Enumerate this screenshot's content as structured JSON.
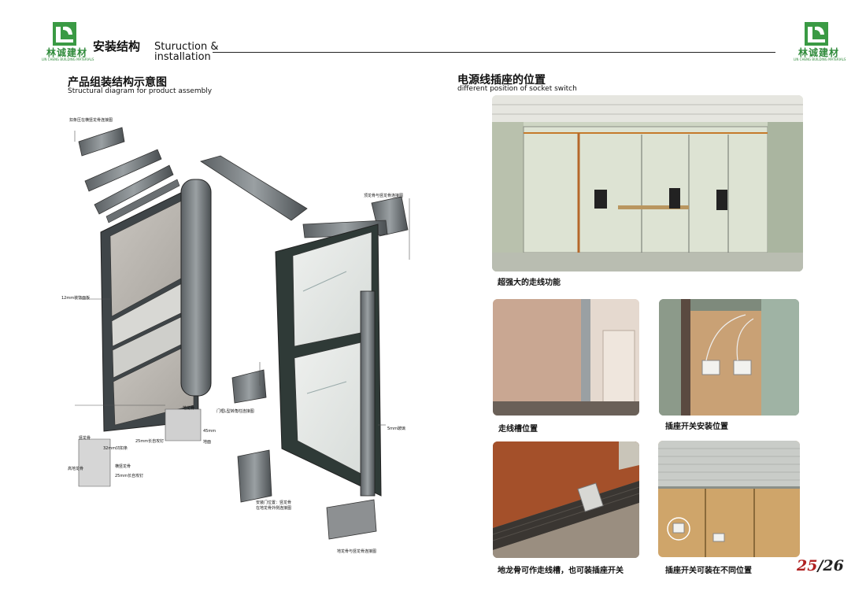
{
  "header": {
    "title_cn": "安装结构",
    "title_en_line1": "Sturuction &",
    "title_en_line2": "installation"
  },
  "logo": {
    "brand": "林诚建材",
    "tagline": "LIN CHENG BUILDING MATERIALS"
  },
  "left_section": {
    "title_cn": "产品组装结构示意图",
    "title_en": "Structural diagram for product assembly",
    "labels": {
      "top_clip": "扣条压在横竖龙骨连接图",
      "top_keel_joint": "顶龙骨与竖龙骨连接图",
      "panel_12mm": "12mm装饰面板",
      "door_l_joint": "门框L型转角柱连接图",
      "floor_keel": "地龙骨",
      "dim_45": "45mm",
      "screw_25": "25mm长自攻钉",
      "ground": "地面",
      "glass_5mm": "5mm玻璃",
      "vertical_keel": "竖龙骨",
      "clip_32": "32mm凹扣条",
      "cross_keel": "横竖龙骨",
      "screw_25b": "25mm长自攻钉",
      "high_floor_keel": "高地龙骨",
      "door_install_1": "安装门位置：竖龙骨",
      "door_install_2": "在地龙骨外侧连接图",
      "floor_vertical_joint": "地龙骨与竖龙骨连接图"
    }
  },
  "right_section": {
    "title_cn": "电源线插座的位置",
    "title_en": "different position of socket switch",
    "captions": {
      "main": "超强大的走线功能",
      "photo1": "走线槽位置",
      "photo2": "插座开关安装位置",
      "photo3": "地龙骨可作走线槽，也可装插座开关",
      "photo4": "插座开关可装在不同位置"
    }
  },
  "page": {
    "current": "25",
    "total": "26"
  }
}
